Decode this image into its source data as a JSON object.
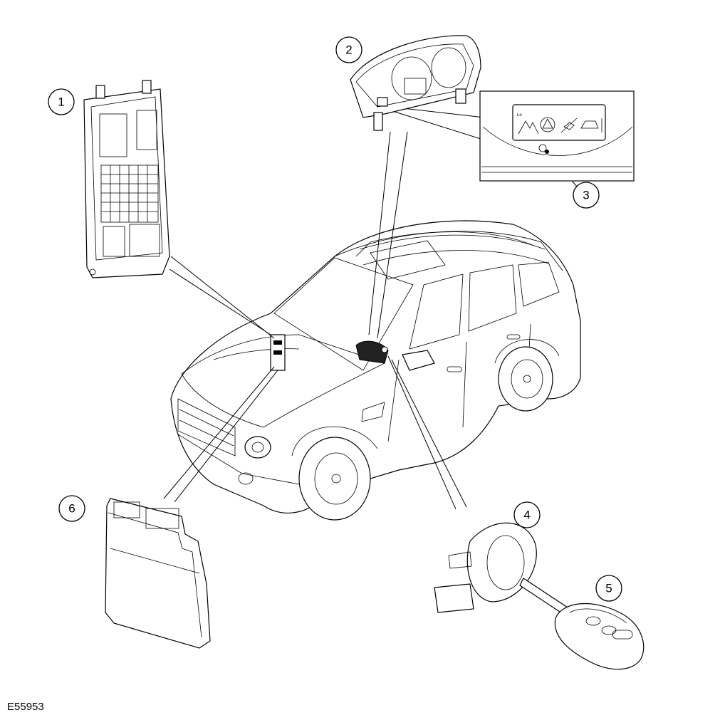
{
  "figure": {
    "code": "E55953",
    "description_labels": []
  },
  "callouts": [
    {
      "id": "callout-1",
      "label": "1"
    },
    {
      "id": "callout-2",
      "label": "2"
    },
    {
      "id": "callout-3",
      "label": "3"
    },
    {
      "id": "callout-4",
      "label": "4"
    },
    {
      "id": "callout-5",
      "label": "5"
    },
    {
      "id": "callout-6",
      "label": "6"
    }
  ],
  "warning_icons": [
    "lo-range-icon",
    "hazard-warning-icon",
    "hill-descent-icon",
    "ride-height-icon"
  ]
}
